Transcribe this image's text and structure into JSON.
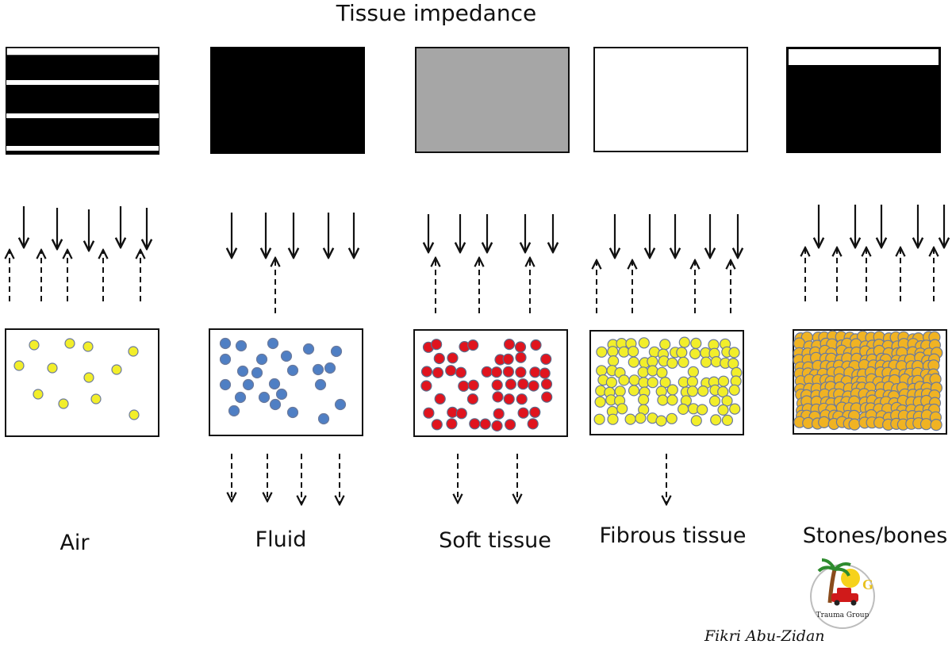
{
  "title": "Tissue impedance",
  "tissues": [
    {
      "id": "air",
      "label": "Air",
      "top_pattern": "stripes",
      "particle_color": "#f2ee2a",
      "particle_density": "sparse",
      "incident_arrows": 5,
      "reflected_arrows": 5,
      "transmitted_arrows": 0
    },
    {
      "id": "fluid",
      "label": "Fluid",
      "top_pattern": "black",
      "particle_color": "#4f7fc4",
      "particle_density": "moderate",
      "incident_arrows": 5,
      "reflected_arrows": 1,
      "transmitted_arrows": 4
    },
    {
      "id": "soft-tissue",
      "label": "Soft tissue",
      "top_pattern": "gray",
      "particle_color": "#e0141e",
      "particle_density": "dense",
      "incident_arrows": 5,
      "reflected_arrows": 3,
      "transmitted_arrows": 2
    },
    {
      "id": "fibrous-tissue",
      "label": "Fibrous tissue",
      "top_pattern": "white",
      "particle_color": "#f2ee2a",
      "particle_density": "very dense",
      "incident_arrows": 5,
      "reflected_arrows": 4,
      "transmitted_arrows": 1
    },
    {
      "id": "stones-bones",
      "label": "Stones/bones",
      "top_pattern": "black-white-top",
      "particle_color": "#f0b323",
      "particle_density": "packed",
      "incident_arrows": 5,
      "reflected_arrows": 5,
      "transmitted_arrows": 0
    }
  ],
  "signature": "Fikri Abu-Zidan",
  "logo": {
    "letter": "G",
    "text": "Trauma Group",
    "icon": "palm-tree-car-logo"
  }
}
